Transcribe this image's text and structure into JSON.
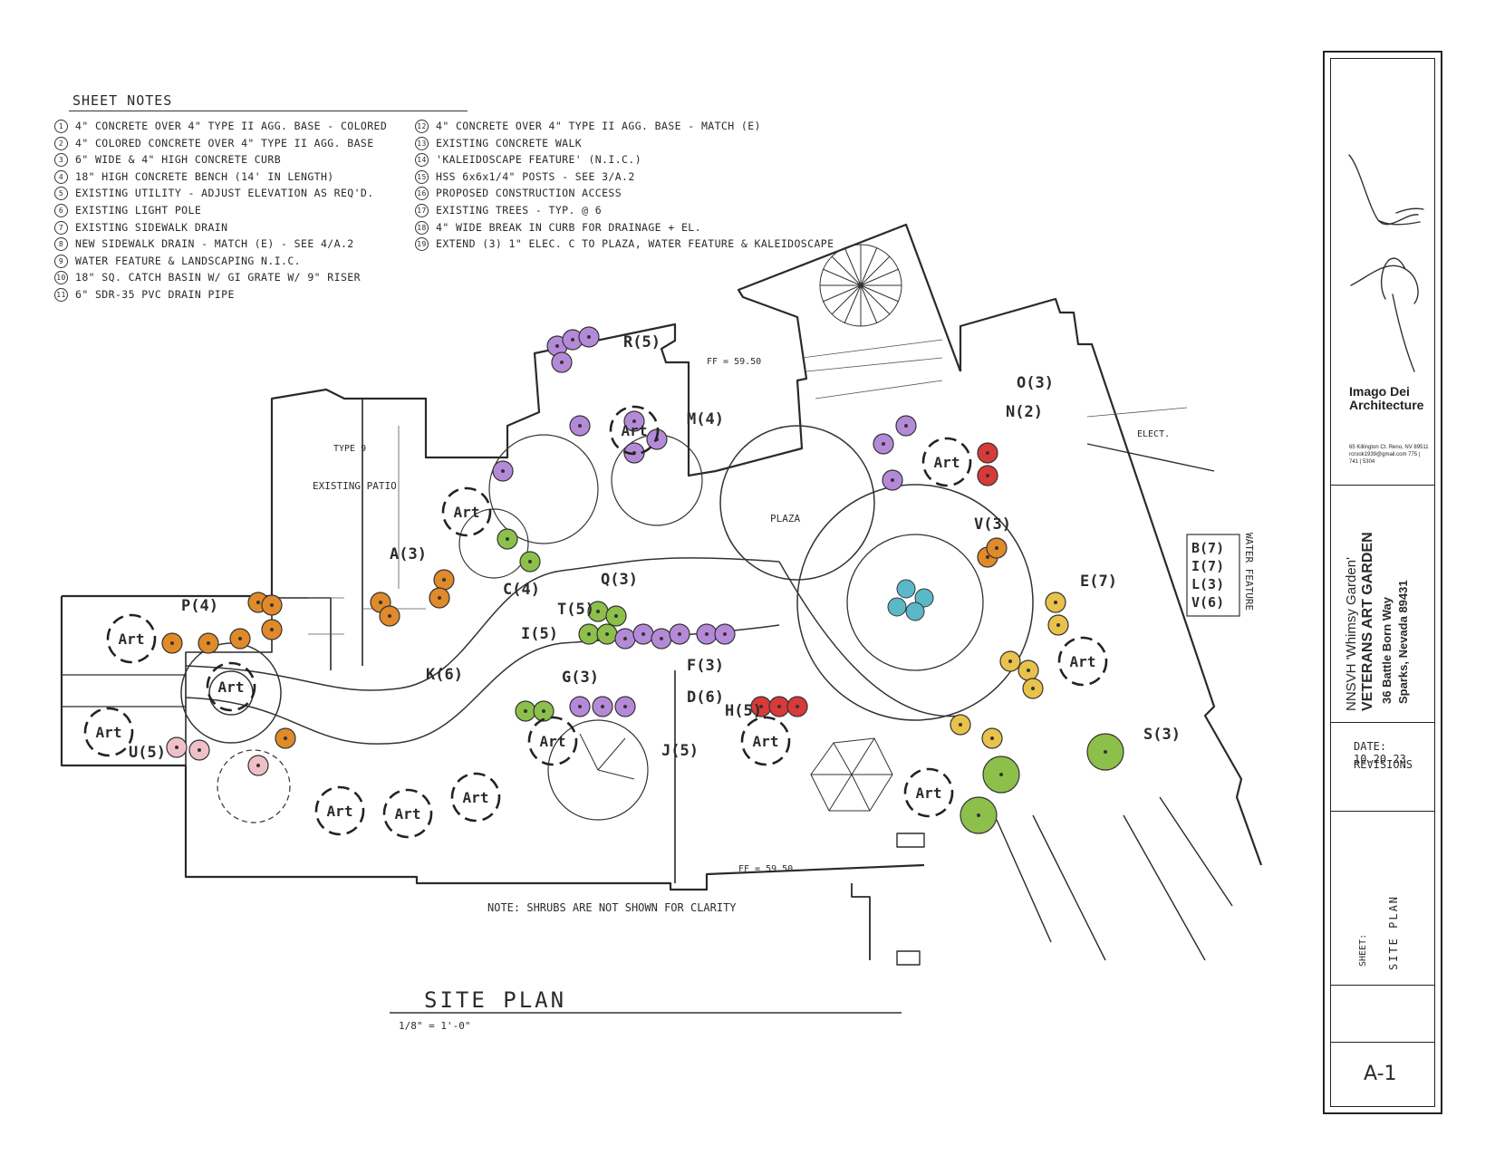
{
  "sheet_notes": {
    "title": "SHEET NOTES",
    "items": [
      {
        "num": "1",
        "text": "4\" CONCRETE OVER 4\" TYPE II AGG. BASE - COLORED"
      },
      {
        "num": "2",
        "text": "4\" COLORED CONCRETE OVER 4\" TYPE II AGG. BASE"
      },
      {
        "num": "3",
        "text": "6\" WIDE & 4\" HIGH CONCRETE CURB"
      },
      {
        "num": "4",
        "text": "18\" HIGH CONCRETE BENCH (14' IN LENGTH)"
      },
      {
        "num": "5",
        "text": "EXISTING UTILITY - ADJUST ELEVATION AS REQ'D."
      },
      {
        "num": "6",
        "text": "EXISTING LIGHT POLE"
      },
      {
        "num": "7",
        "text": "EXISTING SIDEWALK DRAIN"
      },
      {
        "num": "8",
        "text": "NEW SIDEWALK DRAIN - MATCH (E) - SEE 4/A.2"
      },
      {
        "num": "9",
        "text": "WATER FEATURE & LANDSCAPING N.I.C."
      },
      {
        "num": "10",
        "text": "18\" SQ. CATCH BASIN W/ GI GRATE W/ 9\" RISER"
      },
      {
        "num": "11",
        "text": "6\" SDR-35 PVC DRAIN PIPE"
      },
      {
        "num": "12",
        "text": "4\" CONCRETE OVER 4\" TYPE II AGG. BASE - MATCH (E)"
      },
      {
        "num": "13",
        "text": "EXISTING CONCRETE WALK"
      },
      {
        "num": "14",
        "text": "'KALEIDOSCAPE FEATURE' (N.I.C.)"
      },
      {
        "num": "15",
        "text": "HSS 6x6x1/4\" POSTS - SEE 3/A.2"
      },
      {
        "num": "16",
        "text": "PROPOSED CONSTRUCTION ACCESS"
      },
      {
        "num": "17",
        "text": "EXISTING TREES - TYP. @ 6"
      },
      {
        "num": "18",
        "text": "4\" WIDE BREAK IN CURB FOR DRAINAGE + EL."
      },
      {
        "num": "19",
        "text": "EXTEND (3) 1\" ELEC. C TO PLAZA, WATER FEATURE & KALEIDOSCAPE"
      }
    ]
  },
  "plan_labels": {
    "existing_patio": "EXISTING PATIO",
    "plaza": "PLAZA",
    "ff_top": "FF = 59.50",
    "ff_bottom": "FF = 59.50",
    "elect": "ELECT.",
    "water_feature": "WATER FEATURE",
    "note": "NOTE: SHRUBS ARE NOT SHOWN FOR CLARITY",
    "art": "Art",
    "type9": "TYPE 9"
  },
  "plant_keys": [
    {
      "code": "R",
      "count": "(5)"
    },
    {
      "code": "M",
      "count": "(4)"
    },
    {
      "code": "O",
      "count": "(3)"
    },
    {
      "code": "N",
      "count": "(2)"
    },
    {
      "code": "P",
      "count": "(4)"
    },
    {
      "code": "A",
      "count": "(3)"
    },
    {
      "code": "C",
      "count": "(4)"
    },
    {
      "code": "Q",
      "count": "(3)"
    },
    {
      "code": "T",
      "count": "(5)"
    },
    {
      "code": "I",
      "count": "(5)"
    },
    {
      "code": "K",
      "count": "(6)"
    },
    {
      "code": "G",
      "count": "(3)"
    },
    {
      "code": "F",
      "count": "(3)"
    },
    {
      "code": "D",
      "count": "(6)"
    },
    {
      "code": "H",
      "count": "(5)"
    },
    {
      "code": "J",
      "count": "(5)"
    },
    {
      "code": "V",
      "count": "(3)"
    },
    {
      "code": "E",
      "count": "(7)"
    },
    {
      "code": "S",
      "count": "(3)"
    },
    {
      "code": "U",
      "count": "(5)"
    }
  ],
  "legend_box": [
    {
      "code": "B",
      "count": "(7)"
    },
    {
      "code": "I",
      "count": "(7)"
    },
    {
      "code": "L",
      "count": "(3)"
    },
    {
      "code": "V",
      "count": "(6)"
    }
  ],
  "plan_title": {
    "title": "SITE PLAN",
    "scale": "1/8\" = 1'-0\""
  },
  "title_block": {
    "firm_name": "Imago Dei Architecture",
    "firm_address": "65 Killington Ct. Reno, NV 89511 rcrook1939@gmail.com 775 | 741 | 5304",
    "project_subtitle": "NNSVH 'Whimsy Garden'",
    "project_name": "VETERANS ART GARDEN",
    "address_1": "36 Battle Born Way",
    "address_2": "Sparks, Nevada 89431",
    "date": "DATE: 10.20.23",
    "revisions": "REVISIONS",
    "sheet_label": "SHEET:",
    "sheet_title": "SITE PLAN",
    "sheet_number": "A-1"
  },
  "colors": {
    "linework": "#2a2a2a",
    "purple": "#b48ad8",
    "green": "#8cc04a",
    "orange": "#e08a2a",
    "red": "#d83a3a",
    "yellow": "#e8c24a",
    "pink": "#f0c0c8",
    "teal": "#5ab8c8"
  }
}
